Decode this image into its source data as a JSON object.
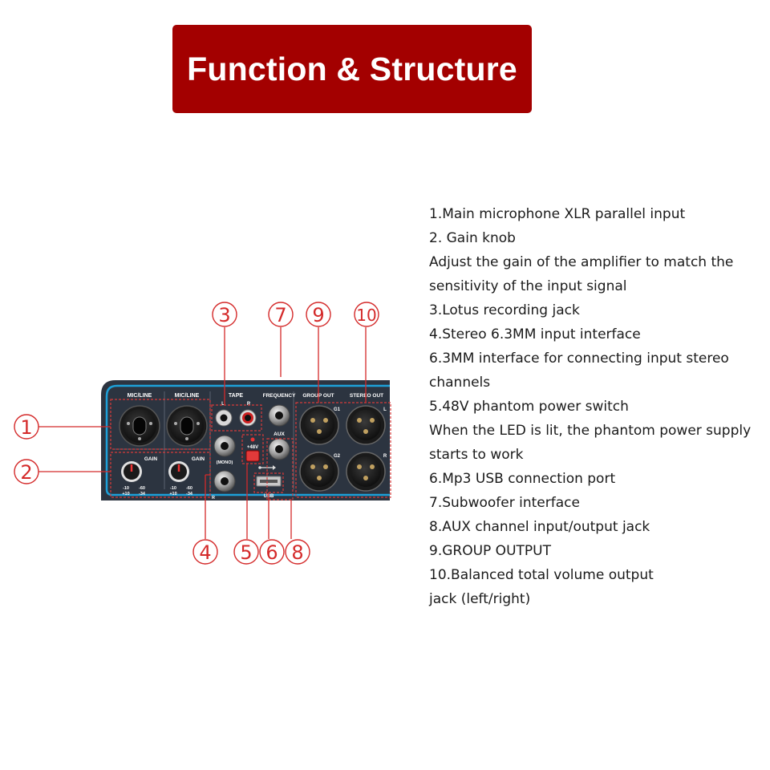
{
  "header": {
    "title": "Function & Structure"
  },
  "panel": {
    "labels": {
      "mic_line_1": "MIC/LINE",
      "mic_line_2": "MIC/LINE",
      "tape": "TAPE",
      "tape_l": "L",
      "tape_r": "R",
      "frequency": "FREQUENCY",
      "aux": "AUX",
      "group_out": "GROUP OUT",
      "stereo_out": "STEREO OUT",
      "gain_1": "GAIN",
      "gain_2": "GAIN",
      "mono": "(MONO)",
      "phantom": "+48V",
      "usb": "USB",
      "stereo_l": "L",
      "stereo_r": "R",
      "g1": "G1",
      "g2": "G2",
      "jack_r": "R",
      "gain1_m10": "-10",
      "gain1_p10": "+10",
      "gain1_m60": "-60",
      "gain1_m34": "-34",
      "gain2_m10": "-10",
      "gain2_p10": "+10",
      "gain2_m60": "-60",
      "gain2_m34": "-34"
    },
    "colors": {
      "panel": "#2c3440",
      "accent": "#1da0d8",
      "callout": "#d42a2a",
      "frame": "#d63a3a"
    }
  },
  "callouts": {
    "n1": "1",
    "n2": "2",
    "n3": "3",
    "n4": "4",
    "n5": "5",
    "n6": "6",
    "n7": "7",
    "n8": "8",
    "n9": "9",
    "n10": "10"
  },
  "description": {
    "lines": [
      "1.Main microphone XLR parallel input",
      "2. Gain knob",
      "Adjust the gain of the amplifier to match the",
      "sensitivity of the input signal",
      "3.Lotus recording jack",
      "4.Stereo 6.3MM input interface",
      "6.3MM interface for connecting input stereo",
      "channels",
      "5.48V phantom power switch",
      "When the LED is lit, the phantom power supply",
      "starts to work",
      "6.Mp3 USB connection port",
      "7.Subwoofer interface",
      "8.AUX channel input/output jack",
      "9.GROUP OUTPUT",
      "10.Balanced total volume output",
      "jack (left/right)"
    ]
  }
}
